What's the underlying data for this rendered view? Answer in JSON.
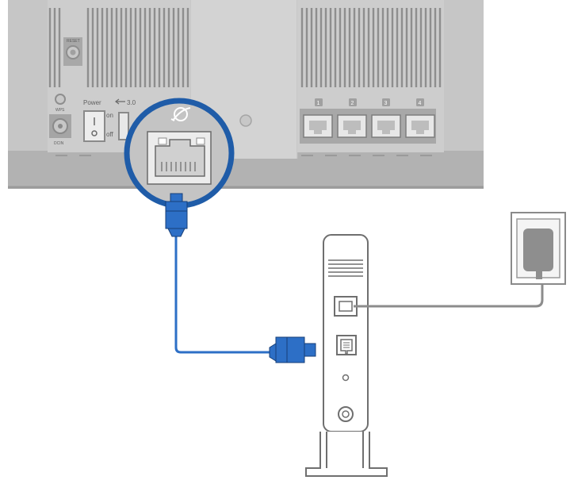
{
  "router": {
    "reset_label": "RESET",
    "wps_label": "WPS",
    "dcin_label": "DCIN",
    "power_label": "Power",
    "power_on_label": "on",
    "power_off_label": "off",
    "usb_label": "3.0",
    "lan_ports": [
      "1",
      "2",
      "3",
      "4"
    ]
  },
  "colors": {
    "router_body": "#c6c6c6",
    "router_dark": "#8e8e8e",
    "cable_blue": "#2d6fc6",
    "callout_ring": "#1f5ca8",
    "modem_outline": "#6f6f6f",
    "power_cable": "#8c8c8c"
  },
  "icons": {
    "wan_port": "globe-icon",
    "modem_phone_port": "phone-jack-icon"
  }
}
